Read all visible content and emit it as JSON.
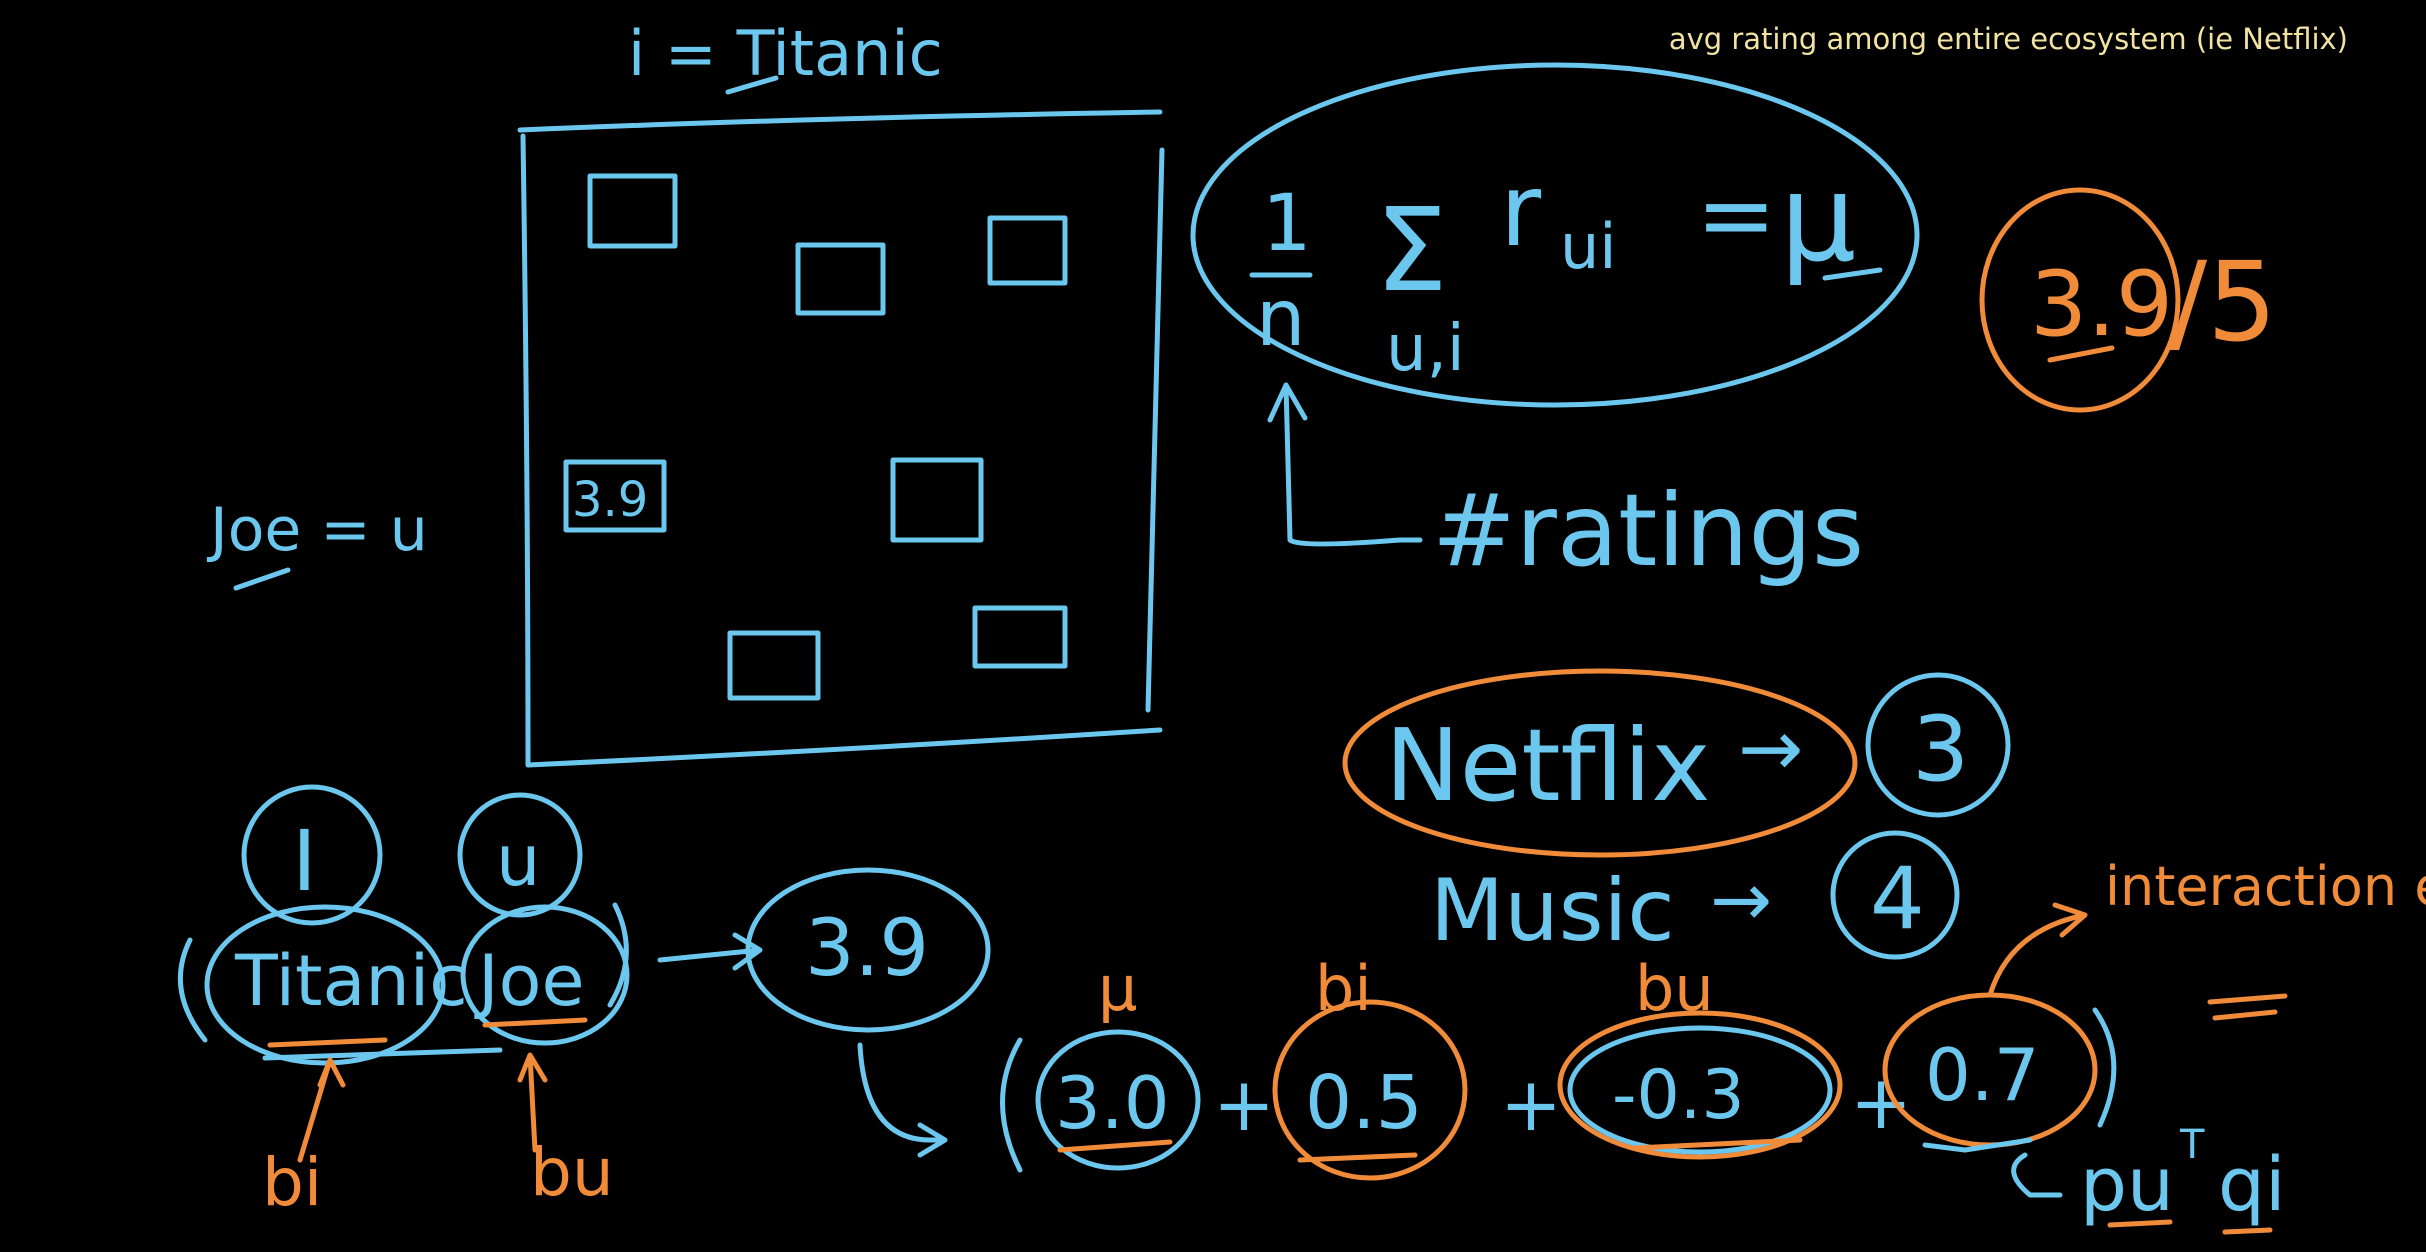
{
  "caption": "avg rating among entire ecosystem (ie Netflix)",
  "matrix": {
    "item_label": "i = Titanic",
    "user_label": "Joe = u",
    "known_rating": "3.9"
  },
  "formula": {
    "fraction_num": "1",
    "fraction_den": "n",
    "sigma": "Σ",
    "sum_index": "u,i",
    "term": "r",
    "term_sub": "ui",
    "equals": "=",
    "mu": "μ",
    "n_note": "#ratings"
  },
  "overall_rating": {
    "value": "3.9",
    "scale": "/5"
  },
  "platforms": [
    {
      "name": "Netflix",
      "arrow": "→",
      "value": "3"
    },
    {
      "name": "Music",
      "arrow": "→",
      "value": "4"
    }
  ],
  "pair": {
    "i_label": "I",
    "u_label": "u",
    "item": "Titanic",
    "user": "Joe",
    "result": "3.9",
    "bi_label": "bi",
    "bu_label": "bu"
  },
  "decomposition": {
    "mu_label": "μ",
    "bi_label": "bi",
    "bu_label": "bu",
    "terms": [
      "3.0",
      "0.5",
      "-0.3",
      "0.7"
    ],
    "plus": "+",
    "interaction_label": "interaction effect",
    "interaction_formula": "pu",
    "interaction_sup": "T",
    "interaction_formula2": "qi"
  }
}
